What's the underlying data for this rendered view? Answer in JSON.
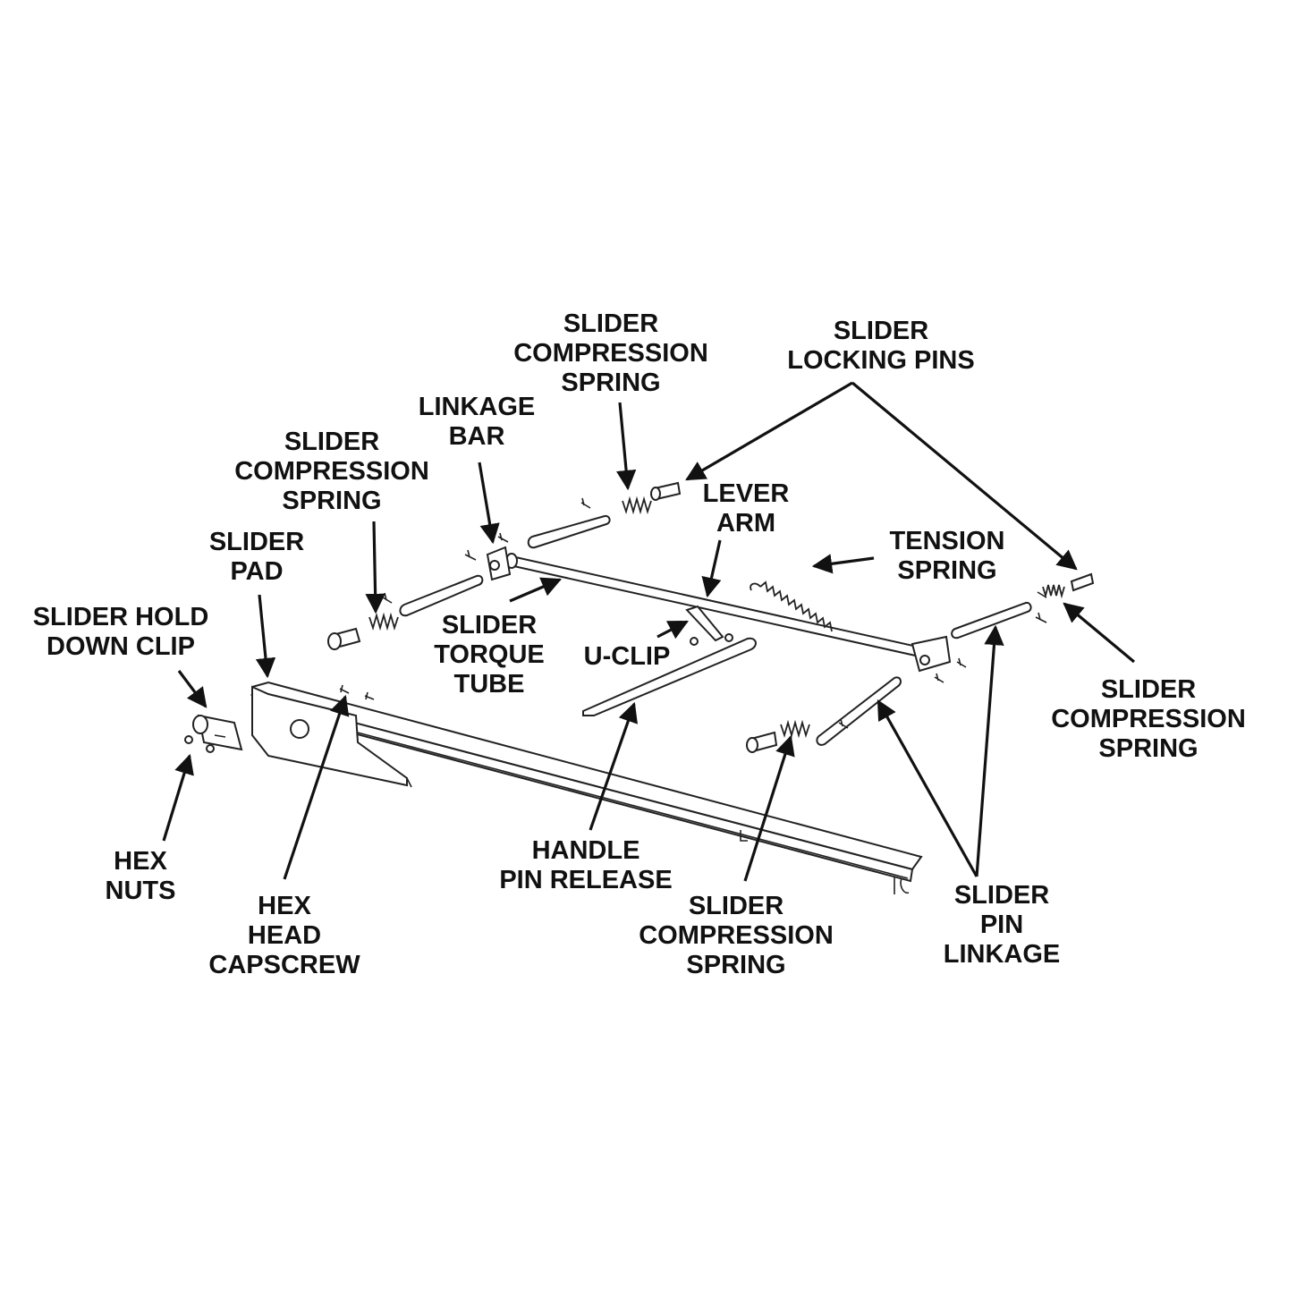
{
  "labels": {
    "slider_compression_spring_top": [
      "SLIDER",
      "COMPRESSION",
      "SPRING"
    ],
    "slider_locking_pins": [
      "SLIDER",
      "LOCKING PINS"
    ],
    "linkage_bar": [
      "LINKAGE",
      "BAR"
    ],
    "slider_compression_spring_left": [
      "SLIDER",
      "COMPRESSION",
      "SPRING"
    ],
    "lever_arm": [
      "LEVER",
      "ARM"
    ],
    "tension_spring": [
      "TENSION",
      "SPRING"
    ],
    "slider_pad": [
      "SLIDER",
      "PAD"
    ],
    "slider_hold_down_clip": [
      "SLIDER HOLD",
      "DOWN CLIP"
    ],
    "slider_torque_tube": [
      "SLIDER",
      "TORQUE",
      "TUBE"
    ],
    "u_clip": [
      "U-CLIP"
    ],
    "slider_compression_spring_right": [
      "SLIDER",
      "COMPRESSION",
      "SPRING"
    ],
    "hex_nuts": [
      "HEX",
      "NUTS"
    ],
    "hex_head_capscrew": [
      "HEX",
      "HEAD",
      "CAPSCREW"
    ],
    "handle_pin_release": [
      "HANDLE",
      "PIN RELEASE"
    ],
    "slider_compression_spring_bottom": [
      "SLIDER",
      "COMPRESSION",
      "SPRING"
    ],
    "slider_pin_linkage": [
      "SLIDER",
      "PIN",
      "LINKAGE"
    ]
  },
  "colors": {
    "ink": "#111111",
    "background": "#ffffff"
  }
}
